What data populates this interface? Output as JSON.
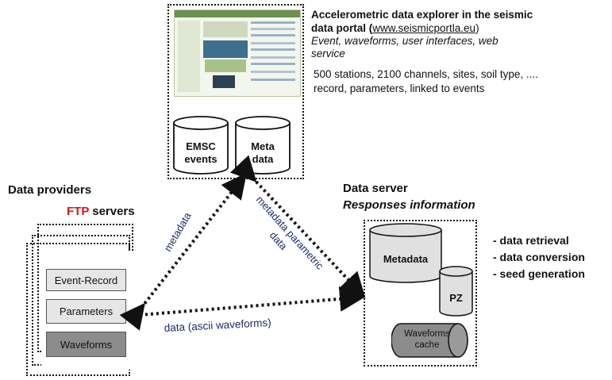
{
  "portal": {
    "title_line1": "Accelerometric data explorer in the seismic",
    "title_line2_prefix": "data portal (",
    "link": "www.seismicportla.eu",
    "title_line2_suffix": ")",
    "subtitle_line1": "Event, waveforms, user interfaces, web",
    "subtitle_line2": "service",
    "stats_line1": "500 stations, 2100 channels, sites, soil type, ....",
    "stats_line2": "record, parameters, linked to events",
    "db_emsc_line1": "EMSC",
    "db_emsc_line2": "events",
    "db_meta_line1": "Meta",
    "db_meta_line2": "data"
  },
  "providers": {
    "title": "Data providers",
    "ftp_prefix": "FTP",
    "ftp_suffix": " servers",
    "items": [
      "Event-Record",
      "Parameters",
      "Waveforms"
    ]
  },
  "server": {
    "title": "Data server",
    "subtitle": "Responses information",
    "db_metadata": "Metadata",
    "db_pz": "PZ",
    "cache_line1": "Waveforms",
    "cache_line2": "cache",
    "functions": [
      "- data retrieval",
      "- data conversion",
      "- seed generation"
    ]
  },
  "links": {
    "metadata": "metadata",
    "metadata_parametric_line1": "metadata parametric",
    "metadata_parametric_line2": "data",
    "ascii": "data (ascii waveforms)"
  },
  "colors": {
    "ftp_red": "#d4151d",
    "link_blue": "#1a2a6c",
    "btn_grey_light": "#e6e6e6",
    "btn_grey_dark": "#8c8c8c",
    "db_fill": "#e0e0e0"
  }
}
